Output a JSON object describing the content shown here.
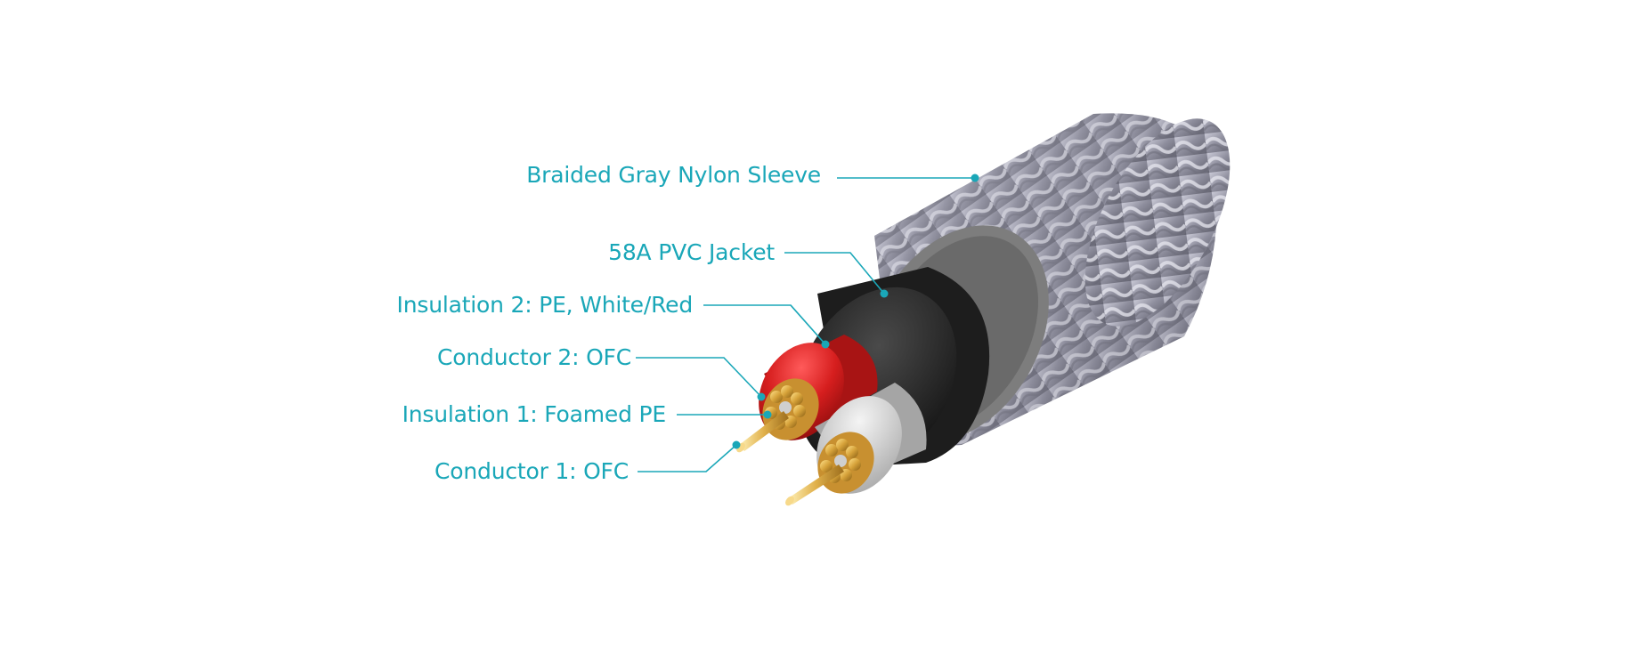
{
  "labels": {
    "sleeve": "Braided Gray Nylon Sleeve",
    "jacket": "58A PVC Jacket",
    "insulation2": "Insulation 2: PE, White/Red",
    "conductor2": "Conductor 2: OFC",
    "insulation1": "Insulation 1: Foamed PE",
    "conductor1": "Conductor 1: OFC"
  },
  "colors": {
    "accent": "#1aa7b8",
    "sleeve": "#9a9aa8",
    "jacket": "#2a2a2a",
    "insulation_red": "#d61e1e",
    "insulation_white": "#d9d9d9",
    "copper": "#d6a23a",
    "foam": "#bdbdbd"
  }
}
